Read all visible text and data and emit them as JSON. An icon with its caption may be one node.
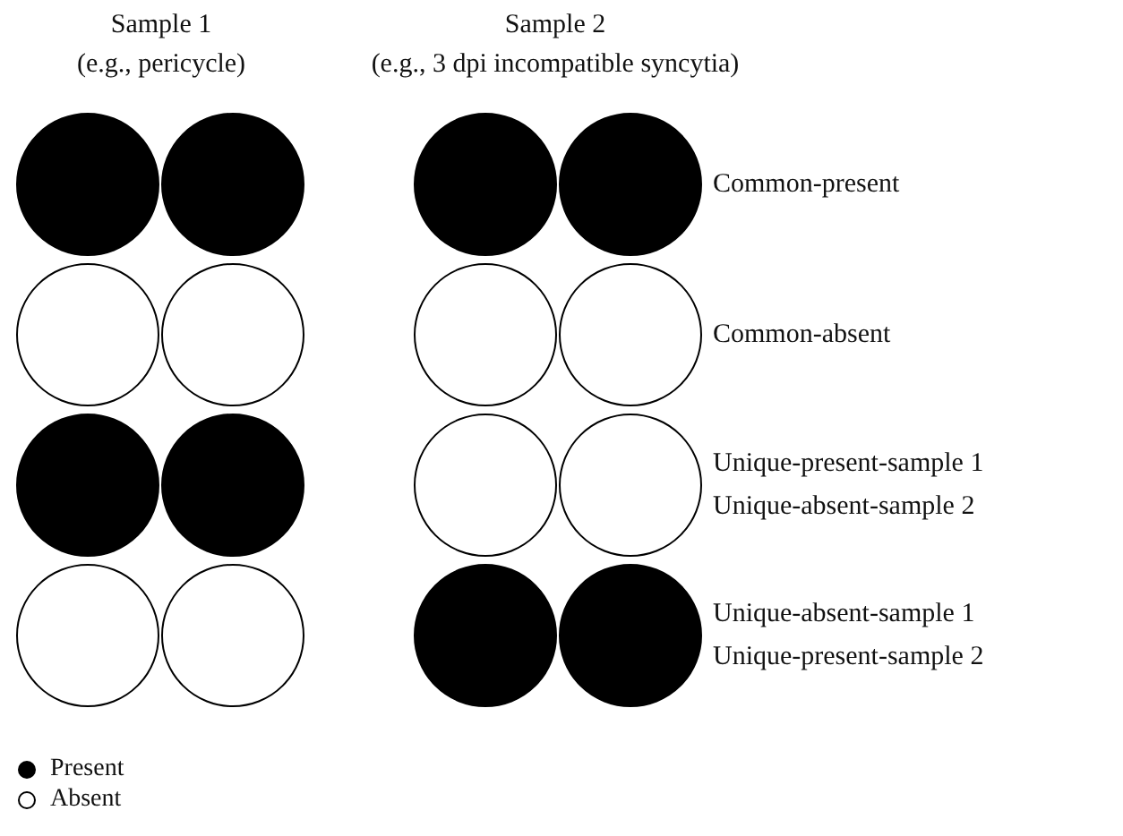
{
  "diagram": {
    "nodes": [
      {
        "text": [],
        "shape": "disc"
      },
      {
        "text": [],
        "shape": "disc"
      },
      {
        "text": [],
        "shape": "disc"
      },
      {
        "text": [],
        "shape": "disc"
      },
      {
        "text": [],
        "shape": "circle"
      },
      {
        "text": [],
        "shape": "circle"
      },
      {
        "text": [],
        "shape": "circle"
      },
      {
        "text": [],
        "shape": "circle"
      },
      {
        "text": [],
        "shape": "disc"
      },
      {
        "text": [],
        "shape": "disc"
      },
      {
        "text": [],
        "shape": "circle"
      },
      {
        "text": [],
        "shape": "circle"
      },
      {
        "text": [],
        "shape": "circle"
      },
      {
        "text": [],
        "shape": "circle"
      },
      {
        "text": [],
        "shape": "disc"
      },
      {
        "text": [],
        "shape": "disc"
      }
    ],
    "labels": [
      "Sample 1",
      "(e.g., pericycle)",
      "Sample 2",
      "(e.g., 3 dpi incompatible syncytia)",
      "Common-present",
      "Common-absent",
      "Unique-present-sample 1",
      "Unique-absent-sample 2",
      "Unique-absent-sample 1",
      "Unique-present-sample 2"
    ],
    "legend": [
      {
        "text": "Present"
      },
      {
        "text": "Absent"
      }
    ]
  }
}
